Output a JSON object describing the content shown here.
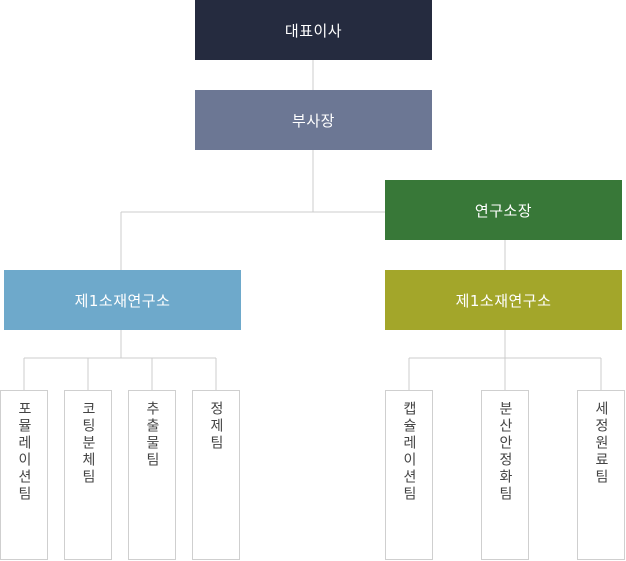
{
  "ceo": {
    "label": "대표이사",
    "color": "#252b3f"
  },
  "vp": {
    "label": "부사장",
    "color": "#6c7794"
  },
  "lab_head": {
    "label": "연구소장",
    "color": "#387838"
  },
  "lab1": {
    "label": "제1소재연구소",
    "color": "#6ea9cb"
  },
  "lab2": {
    "label": "제1소재연구소",
    "color": "#a3a62a"
  },
  "teams_left": [
    {
      "label": "포뮬레이션팀"
    },
    {
      "label": "코팅분체팀"
    },
    {
      "label": "추출물팀"
    },
    {
      "label": "정제팀"
    }
  ],
  "teams_right": [
    {
      "label": "캡슐레이션팀"
    },
    {
      "label": "분산안정화팀"
    },
    {
      "label": "세정원료팀"
    }
  ],
  "line_color": "#cccccc"
}
